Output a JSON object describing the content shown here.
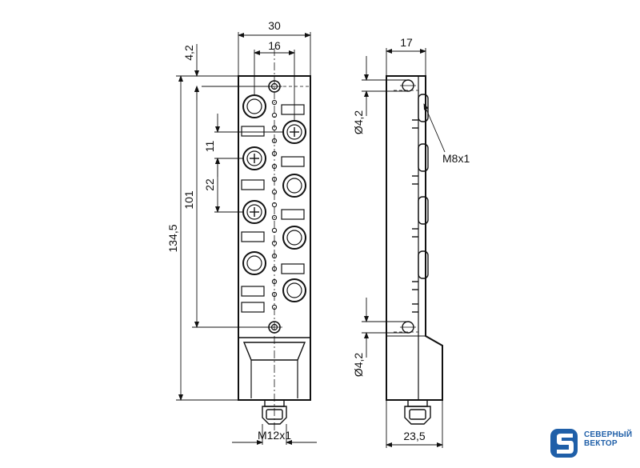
{
  "dimensions": {
    "width_30": "30",
    "width_16": "16",
    "offset_4_2": "4,2",
    "height_134_5": "134,5",
    "height_101": "101",
    "pitch_11": "11",
    "pitch_22": "22",
    "thread_m12": "M12x1",
    "depth_17": "17",
    "hole_top": "Ø4,2",
    "hole_bottom": "Ø4,2",
    "thread_m8": "M8x1",
    "depth_23_5": "23,5"
  },
  "logo": {
    "line1": "СЕВЕРНЫЙ",
    "line2": "ВЕКТОР",
    "brand_color": "#1f5fa8"
  }
}
